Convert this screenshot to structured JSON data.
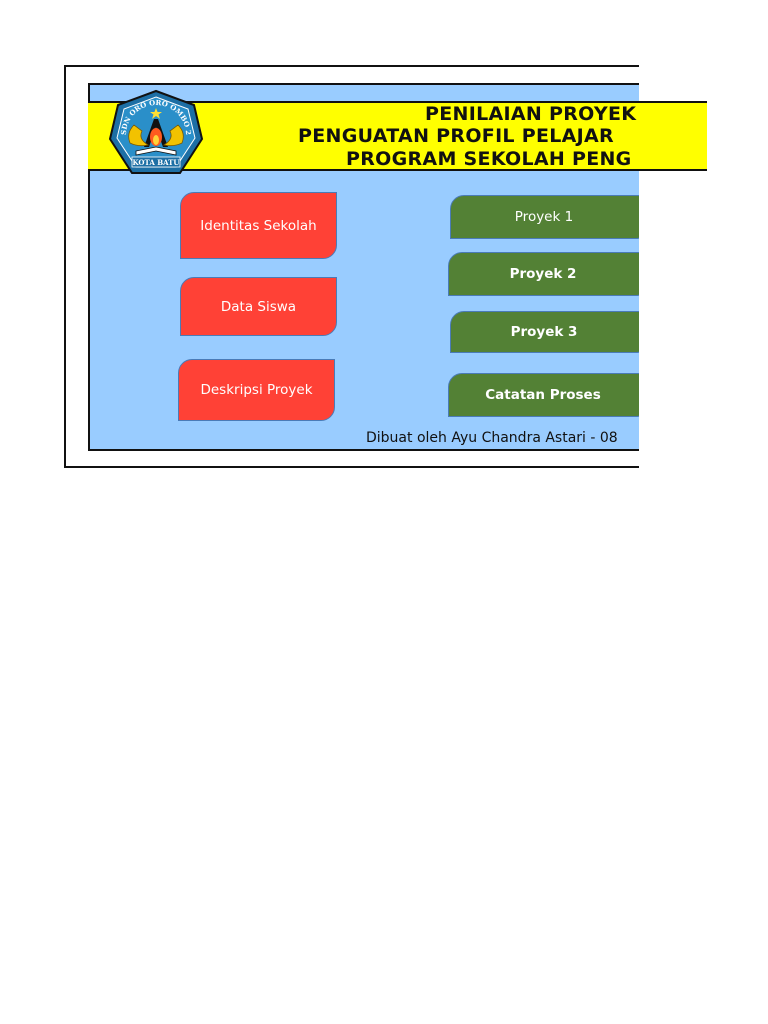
{
  "header": {
    "logo": {
      "icon": "school-emblem-icon",
      "top_text": "SDN ORO ORO OMBO 2",
      "bottom_text": "KOTA BATU"
    },
    "title_lines": [
      "PENILAIAN PROYEK",
      "PENGUATAN PROFIL PELAJAR",
      "PROGRAM SEKOLAH PENG"
    ]
  },
  "left_buttons": [
    {
      "label": "Identitas Sekolah"
    },
    {
      "label": "Data Siswa"
    },
    {
      "label": "Deskripsi Proyek"
    }
  ],
  "right_buttons": [
    {
      "label": "Proyek 1"
    },
    {
      "label": "Proyek 2"
    },
    {
      "label": "Proyek 3"
    },
    {
      "label": "Catatan Proses"
    }
  ],
  "footer": {
    "credit": "Dibuat oleh Ayu Chandra Astari - 08"
  },
  "colors": {
    "panel_bg": "#99ccff",
    "title_band": "#ffff00",
    "red_button": "#ff4136",
    "green_button": "#538135"
  }
}
